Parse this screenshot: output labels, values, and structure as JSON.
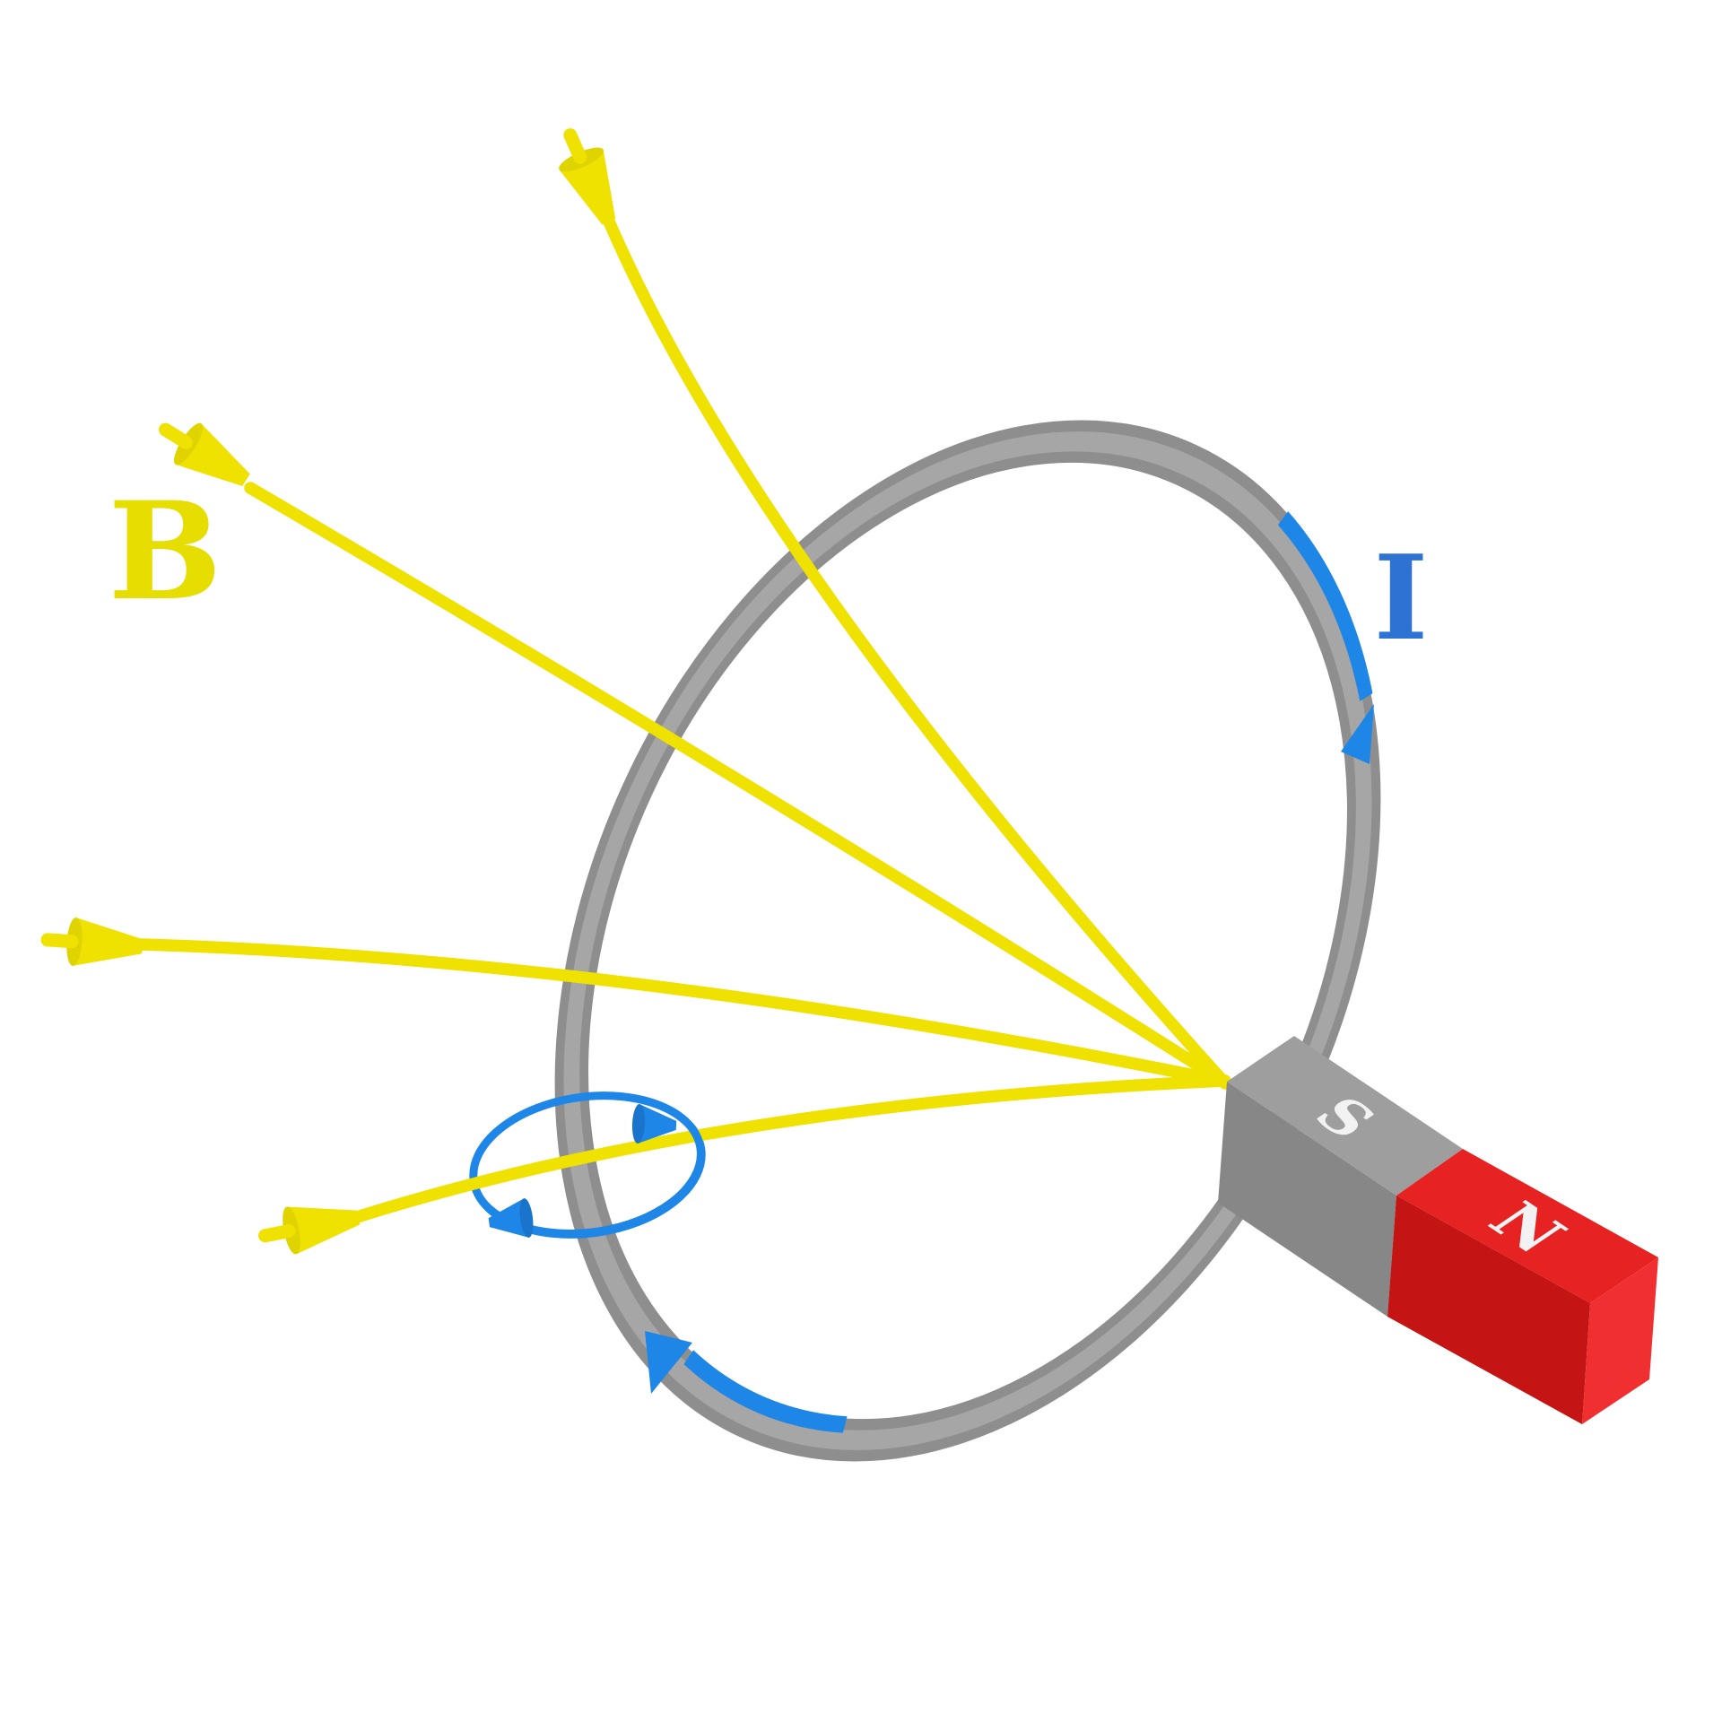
{
  "title": "Electromagnetic induction: bar magnet and conducting loop",
  "labels": {
    "magnetic_field": "B",
    "current": "I",
    "south_pole": "S",
    "north_pole": "N"
  },
  "colors": {
    "background": "#FFFFFF",
    "field_yellow": "#EFE100",
    "field_yellow_dark": "#E0D400",
    "label_yellow": "#E6DE00",
    "current_blue": "#1E86E6",
    "current_blue_dark": "#1A74CC",
    "label_blue": "#2E72D4",
    "loop_gray": "#8E8E8E",
    "loop_gray_highlight": "#A6A6A6",
    "magnet_gray_top": "#9E9E9E",
    "magnet_gray_front": "#878787",
    "magnet_red_top": "#E62222",
    "magnet_red_front": "#C41414",
    "magnet_red_end": "#F03030",
    "pole_letter_white": "#F2F2F2"
  },
  "components": {
    "field_line_count": 4,
    "loop_current_arrow_count": 2,
    "circulation_arrow_count": 2
  }
}
